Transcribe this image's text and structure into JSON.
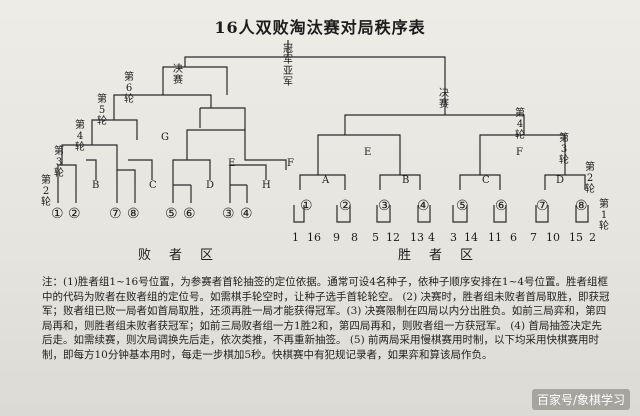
{
  "title": "16人双败淘汰赛对局秩序表",
  "labels": {
    "champion": "冠军亚军",
    "final_left": "决赛",
    "final_right": "决赛",
    "l_round6": "第6轮",
    "l_round5": "第5轮",
    "l_round4": "第4轮",
    "l_round3": "第3轮",
    "l_round2": "第2轮",
    "r_round4": "第4轮",
    "r_round3": "第3轮",
    "r_round2": "第2轮",
    "r_round1": "第1轮"
  },
  "loser_seats": [
    "①",
    "②",
    "⑦",
    "⑧",
    "⑤",
    "⑥",
    "③",
    "④"
  ],
  "loser_nodes": [
    "B",
    "C",
    "D",
    "H",
    "G",
    "E",
    "F"
  ],
  "winner_nodes": [
    "A",
    "B",
    "C",
    "D",
    "E",
    "F"
  ],
  "winner_circles": [
    "①",
    "②",
    "③",
    "④",
    "⑤",
    "⑥",
    "⑦",
    "⑧"
  ],
  "winner_positions": [
    "1",
    "16",
    "9",
    "8",
    "5",
    "12",
    "13",
    "4",
    "3",
    "14",
    "11",
    "6",
    "7",
    "10",
    "15",
    "2"
  ],
  "zones": {
    "loser": "败者区",
    "winner": "胜者区"
  },
  "notes": "注：(1)胜者组1~16号位置，为参赛者首轮抽签的定位依据。通常可设4名种子，依种子顺序安排在1~4号位置。胜者组框中的代码为败者在败者组的定位号。如需棋手轮空时，让种子选手首轮轮空。 (2) 决赛时，胜者组未败者首局取胜，即获冠军；败者组已败一局者如首局取胜，还须再胜一局才能获得冠军。(3) 决赛限制在四局以内分出胜负。如前三局弈和，第四局再和，则胜者组未败者获冠军；如前三局败者组一方1胜2和，第四局再和，则败者组一方获冠军。 (4) 首局抽签决定先后走。如需续赛，则次局调换先后走，依次类推，不再重新抽签。 (5) 前两局采用慢棋赛用时制，以下均采用快棋赛用时制，即每方10分钟基本用时，每走一步棋加5秒。快棋赛中有犯规记录者，如果弈和算该局作负。",
  "watermark": "百家号/象棋学习"
}
